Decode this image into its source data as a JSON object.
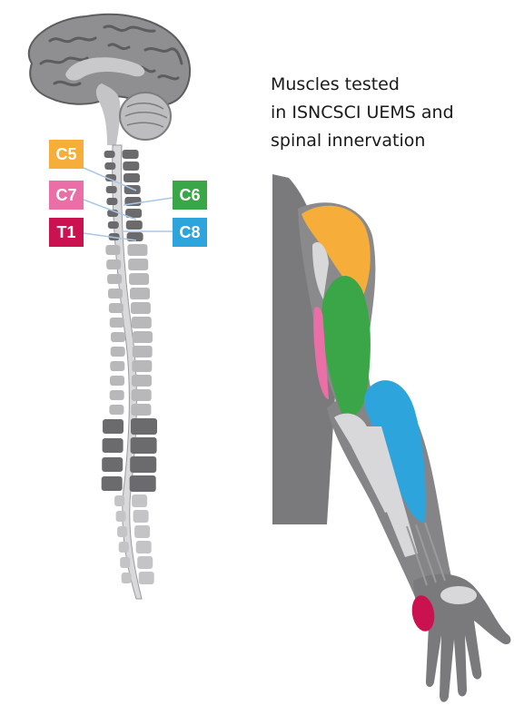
{
  "caption": {
    "line1": "Muscles tested",
    "line2": "in ISNCSCI UEMS and",
    "line3": "spinal innervation"
  },
  "levels": [
    {
      "id": "c5",
      "label": "C5",
      "color": "#f7ad3a",
      "side": "left"
    },
    {
      "id": "c7",
      "label": "C7",
      "color": "#e96fa6",
      "side": "left"
    },
    {
      "id": "t1",
      "label": "T1",
      "color": "#c9124f",
      "side": "left"
    },
    {
      "id": "c6",
      "label": "C6",
      "color": "#3aa647",
      "side": "right"
    },
    {
      "id": "c8",
      "label": "C8",
      "color": "#2ea4dd",
      "side": "right"
    }
  ],
  "colors": {
    "brain": "#8f8f91",
    "brain_dark": "#5d5d60",
    "spine_light": "#b8b8ba",
    "spine_dark": "#6b6b6e",
    "arm": "#7a7a7c",
    "muscle_neutral": "#d8d8da",
    "connector": "#a9c8e6"
  }
}
